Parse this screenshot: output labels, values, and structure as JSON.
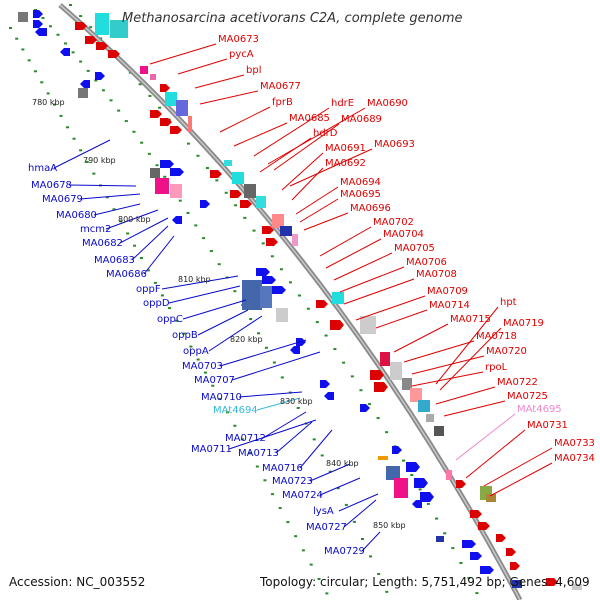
{
  "title": "Methanosarcina acetivorans C2A, complete genome",
  "footer": {
    "accession": "Accession: NC_003552",
    "stats": "Topology: circular; Length: 5,751,492 bp; Genes: 4,609"
  },
  "colors": {
    "backbone": "#888888",
    "plus_label": "#e00000",
    "minus_label": "#0a0acc",
    "rna_label": "#33bbdd",
    "rna2_label": "#ee88cc",
    "tick_dots": "#2a8a2a"
  },
  "kbp_ticks": [
    "780 kbp",
    "790 kbp",
    "800 kbp",
    "810 kbp",
    "820 kbp",
    "830 kbp",
    "840 kbp",
    "850 kbp"
  ],
  "right_labels": [
    "MA0673",
    "pycA",
    "bpl",
    "MA0677",
    "fprB",
    "hdrE",
    "MA0690",
    "MA0685",
    "MA0689",
    "hdrD",
    "MA0693",
    "MA0691",
    "MA0692",
    "MA0694",
    "MA0695",
    "MA0696",
    "MA0702",
    "MA0704",
    "MA0705",
    "MA0706",
    "MA0708",
    "MA0709",
    "hpt",
    "MA0714",
    "MA0715",
    "MA0719",
    "MA0718",
    "MA0720",
    "rpoL",
    "MA0722",
    "MA0725",
    "MAt4695",
    "MA0731",
    "MA0733",
    "MA0734"
  ],
  "left_labels": [
    "hmaA",
    "MA0678",
    "MA0679",
    "MA0680",
    "mcm2",
    "MA0682",
    "MA0683",
    "MA0686",
    "oppF",
    "oppD",
    "oppC",
    "oppB",
    "oppA",
    "MA0703",
    "MA0707",
    "MA0710",
    "MAt4694",
    "MA0712",
    "MA0711",
    "MA0713",
    "MA0716",
    "MA0723",
    "MA0724",
    "lysA",
    "MA0727",
    "MA0729"
  ]
}
